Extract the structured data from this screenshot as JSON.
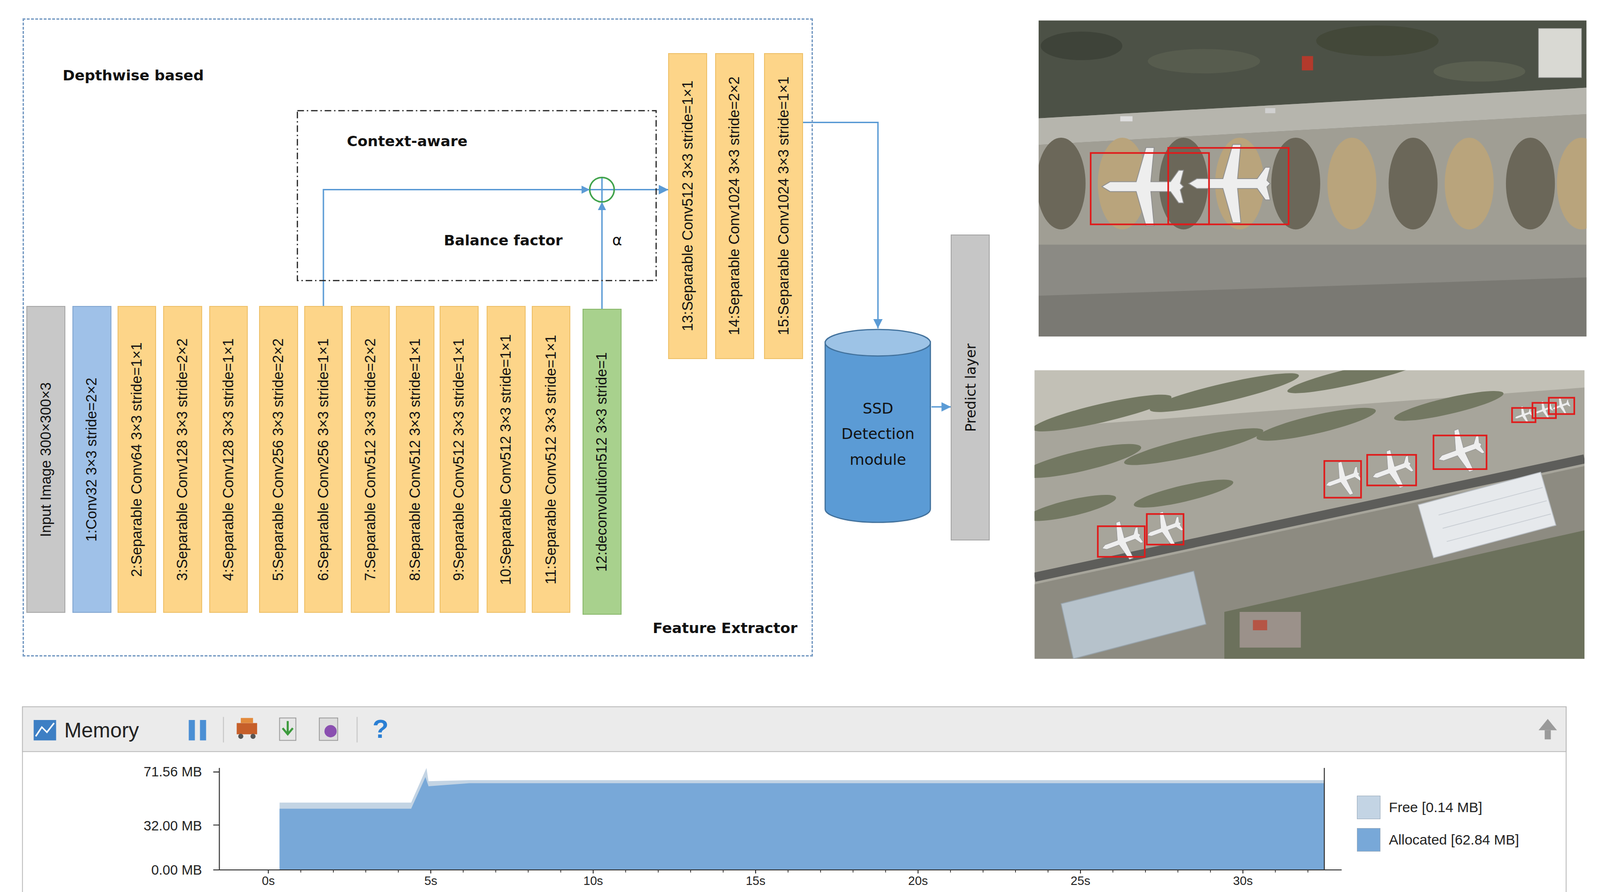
{
  "diagram": {
    "nodes": [
      {
        "text": [
          "Depthwise based",
          "Feature Extractor"
        ]
      },
      {
        "text": [
          "Context-aware",
          "Balance factor"
        ],
        "in": 0
      },
      {
        "text": [
          "Input Image 300×300×3"
        ],
        "in": 0
      },
      {
        "text": [
          "1:Conv32 3×3 stride=2×2"
        ],
        "in": 0
      },
      {
        "text": [
          "2:Separable Conv64 3×3 stride=1×1"
        ],
        "in": 0
      },
      {
        "text": [
          "3:Separable Conv128 3×3 stride=2×2"
        ],
        "in": 0
      },
      {
        "text": [
          "4:Separable Conv128 3×3 stride=1×1"
        ],
        "in": 0
      },
      {
        "text": [
          "5:Separable Conv256 3×3 stride=2×2"
        ],
        "in": 0
      },
      {
        "text": [
          "6:Separable Conv256 3×3 stride=1×1"
        ],
        "in": 0
      },
      {
        "text": [
          "7:Separable Conv512 3×3 stride=2×2"
        ],
        "in": 0
      },
      {
        "text": [
          "8:Separable Conv512 3×3 stride=1×1"
        ],
        "in": 0
      },
      {
        "text": [
          "9:Separable Conv512 3×3 stride=1×1"
        ],
        "in": 0
      },
      {
        "text": [
          "10:Separable Conv512 3×3 stride=1×1"
        ],
        "in": 0
      },
      {
        "text": [
          "11:Separable Conv512 3×3 stride=1×1"
        ],
        "in": 0
      },
      {
        "text": [
          "12:deconvolution512 3×3 stride=1"
        ],
        "in": 0
      },
      {
        "text": [
          "13:Separable Conv512 3×3 stride=1×1"
        ],
        "in": 0
      },
      {
        "text": [
          "14:Separable Conv1024 3×3 stride=2×2"
        ],
        "in": 0
      },
      {
        "text": [
          "15:Separable Conv1024 3×3 stride=1×1"
        ],
        "in": 0
      },
      {
        "text": [
          "SSD Detection module"
        ]
      },
      {
        "text": [
          "Predict layer"
        ]
      }
    ],
    "edges": [
      {
        "from": 8,
        "to": 15,
        "arrow": "to"
      },
      {
        "from": 14,
        "to": 15,
        "arrow": "to"
      },
      {
        "from": 17,
        "to": 18,
        "arrow": "to"
      },
      {
        "from": 18,
        "to": 19,
        "arrow": "to"
      }
    ],
    "labels": [
      "α",
      "Memory",
      "?",
      "71.56 MB",
      "32.00 MB",
      "0.00 MB",
      "0s",
      "5s",
      "10s",
      "15s",
      "20s",
      "25s",
      "30s"
    ],
    "legend": [
      {
        "text": "Free [0.14 MB]",
        "color": "#c3d4e4"
      },
      {
        "text": "Allocated [62.84 MB]",
        "color": "#78a8d8"
      }
    ]
  }
}
